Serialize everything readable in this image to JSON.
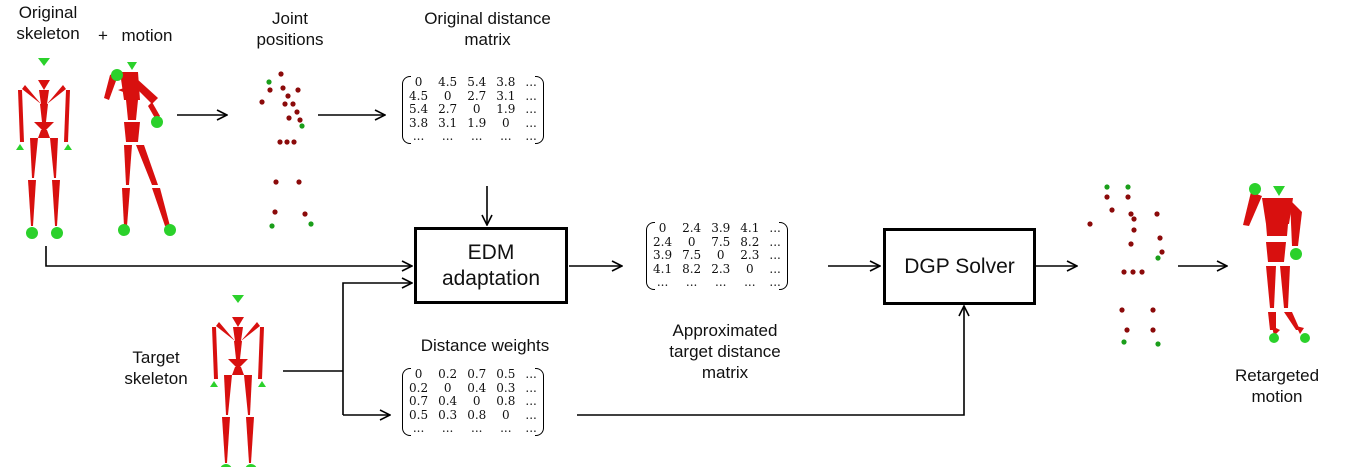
{
  "labels": {
    "original_skeleton": "Original\nskeleton",
    "plus": "+",
    "motion": "motion",
    "joint_positions": "Joint\npositions",
    "original_distance_matrix": "Original distance\nmatrix",
    "approximated_target": "Approximated\ntarget distance\nmatrix",
    "target_skeleton": "Target\nskeleton",
    "distance_weights": "Distance weights",
    "retargeted_motion": "Retargeted\nmotion"
  },
  "boxes": {
    "edm": "EDM\nadaptation",
    "dgp": "DGP Solver"
  },
  "matrices": {
    "original": [
      [
        "0",
        "4.5",
        "5.4",
        "3.8",
        "..."
      ],
      [
        "4.5",
        "0",
        "2.7",
        "3.1",
        "..."
      ],
      [
        "5.4",
        "2.7",
        "0",
        "1.9",
        "..."
      ],
      [
        "3.8",
        "3.1",
        "1.9",
        "0",
        "..."
      ],
      [
        "...",
        "...",
        "...",
        "...",
        "..."
      ]
    ],
    "approximated": [
      [
        "0",
        "2.4",
        "3.9",
        "4.1",
        "..."
      ],
      [
        "2.4",
        "0",
        "7.5",
        "8.2",
        "..."
      ],
      [
        "3.9",
        "7.5",
        "0",
        "2.3",
        "..."
      ],
      [
        "4.1",
        "8.2",
        "2.3",
        "0",
        "..."
      ],
      [
        "...",
        "...",
        "...",
        "...",
        "..."
      ]
    ],
    "weights": [
      [
        "0",
        "0.2",
        "0.7",
        "0.5",
        "..."
      ],
      [
        "0.2",
        "0",
        "0.4",
        "0.3",
        "..."
      ],
      [
        "0.7",
        "0.4",
        "0",
        "0.8",
        "..."
      ],
      [
        "0.5",
        "0.3",
        "0.8",
        "0",
        "..."
      ],
      [
        "...",
        "...",
        "...",
        "...",
        "..."
      ]
    ]
  },
  "colors": {
    "bone_red": "#d8100f",
    "joint_green": "#2bd12b",
    "point_dark_red": "#8b0a0a",
    "point_green": "#1a9e1a"
  }
}
